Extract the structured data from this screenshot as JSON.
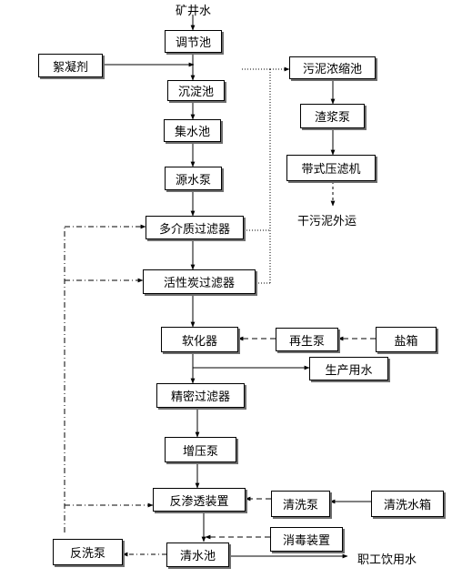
{
  "labels": {
    "mine_water": "矿井水",
    "staff_water": "职工饮用水",
    "dry_sludge": "干污泥外运"
  },
  "nodes": {
    "regulating_tank": "调节池",
    "flocculant": "絮凝剂",
    "sedimentation_tank": "沉淀池",
    "collection_tank": "集水池",
    "source_pump": "源水泵",
    "multimedia_filter": "多介质过滤器",
    "carbon_filter": "活性炭过滤器",
    "softener": "软化器",
    "regen_pump": "再生泵",
    "salt_tank": "盐箱",
    "production_water": "生产用水",
    "precision_filter": "精密过滤器",
    "booster_pump": "增压泵",
    "ro_device": "反渗透装置",
    "cleaning_pump": "清洗泵",
    "cleaning_tank": "清洗水箱",
    "disinfection": "消毒装置",
    "clear_tank": "清水池",
    "backwash_pump": "反洗泵",
    "sludge_thickener": "污泥浓缩池",
    "slurry_pump": "渣浆泵",
    "belt_press": "带式压滤机"
  }
}
